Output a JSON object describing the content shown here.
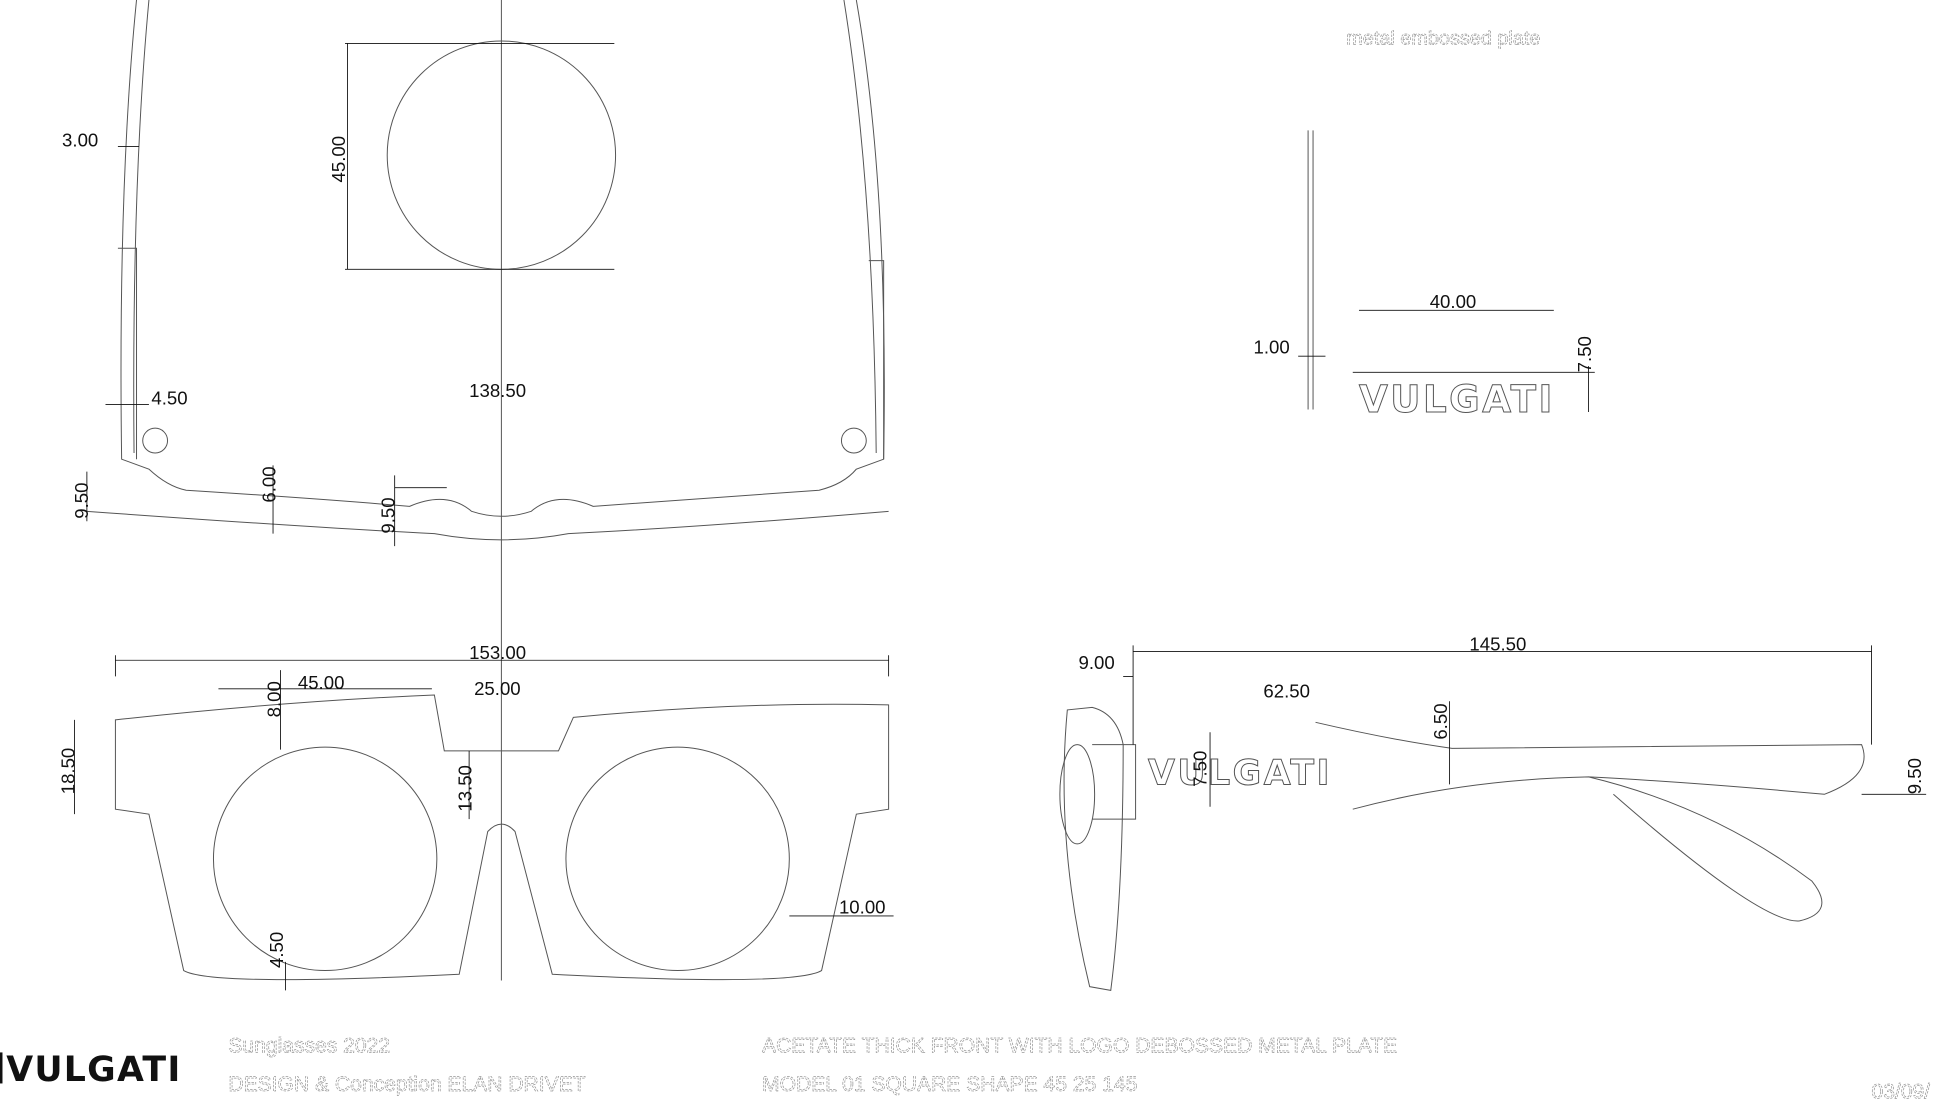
{
  "notes": {
    "plate_label": "metal embossed plate"
  },
  "top_view": {
    "dimensions": [
      "3.00",
      "45.00",
      "4.50",
      "138.50",
      "9.50",
      "6.00",
      "9.50"
    ]
  },
  "front_view": {
    "dimensions": [
      "153.00",
      "45.00",
      "8.00",
      "25.00",
      "18.50",
      "13.50",
      "10.00",
      "4.50"
    ]
  },
  "plate_view": {
    "dimensions": [
      "40.00",
      "1.00",
      "7.50"
    ],
    "plate_text": "VULGATI"
  },
  "side_view": {
    "dimensions": [
      "145.50",
      "9.00",
      "62.50",
      "6.50",
      "7.50",
      "9.50"
    ],
    "plate_text": "VULGATI"
  },
  "title_block": {
    "logo": "VULGATI",
    "collection": "Sunglasses 2022",
    "designer": "DESIGN & Conception ELAN DRIVET",
    "description": "ACETATE THICK FRONT WITH LOGO DEBOSSED METAL PLATE",
    "model": "MODEL 01 SQUARE SHAPE 45 25 145",
    "date": "03/09/"
  }
}
